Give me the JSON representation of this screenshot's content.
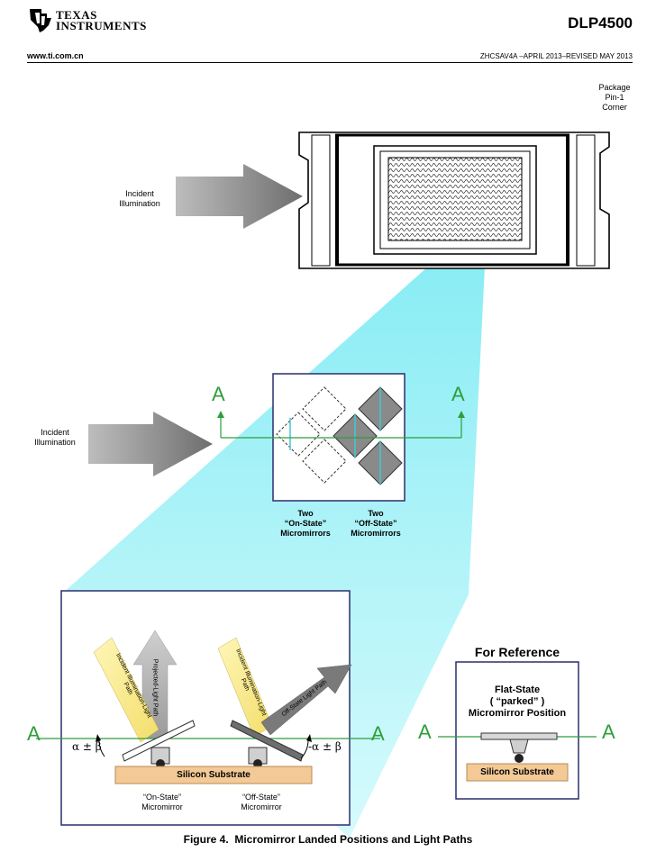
{
  "header": {
    "logo_line1": "Texas",
    "logo_line2": "Instruments",
    "doc_id": "DLP4500",
    "url": "www.ti.com.cn",
    "revision": "ZHCSAV4A –APRIL 2013–REVISED MAY 2013"
  },
  "top_diagram": {
    "package_label": [
      "Package",
      "Pin-1",
      "Corner"
    ],
    "incident_label": [
      "Incident",
      "Illumination"
    ]
  },
  "middle_diagram": {
    "incident_label": [
      "Incident",
      "Illumination"
    ],
    "section_marker": "A",
    "on_state_label": [
      "Two",
      "“On-State”",
      "Micromirrors"
    ],
    "off_state_label": [
      "Two",
      "“Off-State”",
      "Micromirrors"
    ]
  },
  "bottom_diagram": {
    "section_marker": "A",
    "proj_light_label": "Projected-Light Path",
    "incident_on_label": "Incident Illumination-Light Path",
    "incident_off_label": "Incident Illumination-Light Path",
    "off_light_label": "Off-State Light Path",
    "angle_left": "α ± β",
    "angle_right": "-α ± β",
    "substrate_label": "Silicon Substrate",
    "on_mirror_label": [
      "“On-State”",
      "Micromirror"
    ],
    "off_mirror_label": [
      "“Off-State”",
      "Micromirror"
    ]
  },
  "reference": {
    "title": "For Reference",
    "flat_label": [
      "Flat-State",
      "( “parked” )",
      "Micromirror Position"
    ],
    "substrate_label": "Silicon Substrate",
    "section_marker": "A"
  },
  "caption": "Figure 4.  Micromirror Landed Positions and Light Paths",
  "colors": {
    "cyan_beam": "#8FF0F6",
    "green_line": "#2E9E3A",
    "frame_blue": "#2A2E6E",
    "substrate": "#F3C996",
    "mirror_gray": "#8A8A8A"
  }
}
